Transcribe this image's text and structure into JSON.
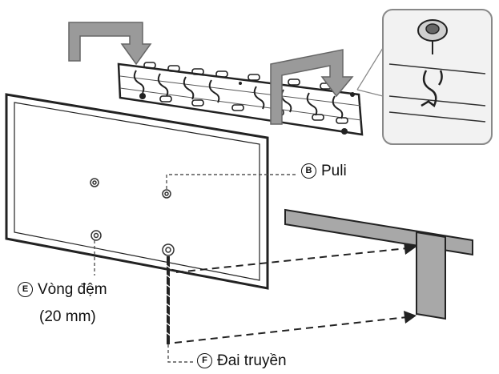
{
  "callouts": {
    "b": {
      "letter": "B",
      "text": "Puli"
    },
    "e": {
      "letter": "E",
      "text": "Vòng đệm",
      "size": "(20 mm)"
    },
    "f": {
      "letter": "F",
      "text": "Đai truyền"
    }
  },
  "colors": {
    "line": "#222222",
    "bracket_fill": "#ffffff",
    "arrow_fill": "#9a9a9a",
    "arrow_stroke": "#666666",
    "stand_fill": "#a8a8a8",
    "inset_border": "#888888",
    "inset_fill": "#f2f2f2"
  }
}
